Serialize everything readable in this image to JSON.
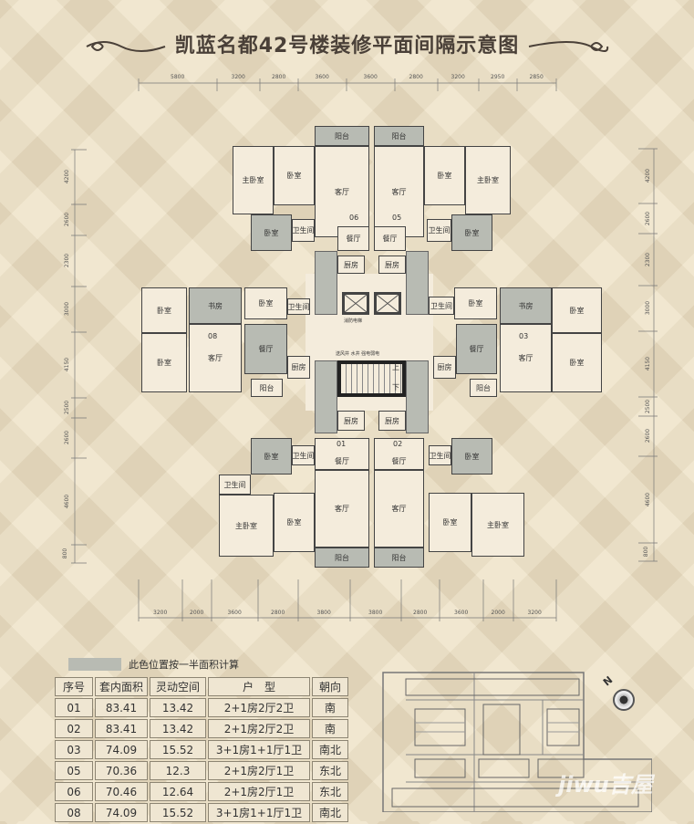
{
  "title": "凯蓝名都42号楼装修平面间隔示意图",
  "plan": {
    "rooms": [
      "阳台",
      "阳台",
      "主卧室",
      "卧室",
      "客厅",
      "客厅",
      "卧室",
      "主卧室",
      "卧室",
      "卫生间",
      "卫生间",
      "卧室",
      "餐厅",
      "餐厅",
      "厨房",
      "厨房",
      "卧室",
      "书房",
      "卧室",
      "卫生间",
      "卧室",
      "客厅",
      "餐厅",
      "厨房",
      "阳台",
      "卫生间",
      "卧室",
      "书房",
      "卧室",
      "餐厅",
      "客厅",
      "卧室",
      "厨房",
      "阳台",
      "厨房",
      "厨房",
      "餐厅",
      "餐厅",
      "卧室",
      "卫生间",
      "卫生间",
      "卧室",
      "卫生间",
      "主卧室",
      "卧室",
      "客厅",
      "客厅",
      "卧室",
      "主卧室",
      "阳台",
      "阳台"
    ],
    "unit_numbers": [
      "06",
      "05",
      "08",
      "03",
      "01",
      "02"
    ],
    "core": {
      "elevator": "消防电梯",
      "shafts": "送风井 水井 强电弱电",
      "up": "上",
      "down": "下"
    }
  },
  "dimensions": {
    "top": [
      "5800",
      "3200",
      "2800",
      "3600",
      "3600",
      "2800",
      "3200",
      "2950",
      "2850"
    ],
    "bottom": [
      "3200",
      "2000",
      "3600",
      "2800",
      "3800",
      "3800",
      "2800",
      "3600",
      "2000",
      "3200"
    ],
    "left": [
      "4200",
      "2600",
      "2300",
      "3000",
      "4150",
      "2500",
      "2600",
      "4600",
      "800"
    ],
    "right": [
      "4200",
      "2600",
      "2300",
      "3000",
      "4150",
      "2500",
      "2600",
      "4600",
      "800"
    ]
  },
  "legend": {
    "text": "此色位置按一半面积计算",
    "color": "#b8bbb3"
  },
  "table": {
    "headers": [
      "序号",
      "套内面积",
      "灵动空间",
      "户　型",
      "朝向"
    ],
    "rows": [
      [
        "01",
        "83.41",
        "13.42",
        "2+1房2厅2卫",
        "南"
      ],
      [
        "02",
        "83.41",
        "13.42",
        "2+1房2厅2卫",
        "南"
      ],
      [
        "03",
        "74.09",
        "15.52",
        "3+1房1+1厅1卫",
        "南北"
      ],
      [
        "05",
        "70.36",
        "12.3",
        "2+1房2厅1卫",
        "东北"
      ],
      [
        "06",
        "70.46",
        "12.64",
        "2+1房2厅1卫",
        "东北"
      ],
      [
        "08",
        "74.09",
        "15.52",
        "3+1房1+1厅1卫",
        "南北"
      ]
    ]
  },
  "compass": "N",
  "watermark": "jiwu吉屋"
}
